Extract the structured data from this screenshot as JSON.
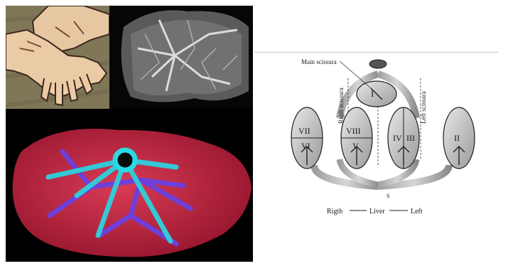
{
  "diagram": {
    "labels": {
      "main_scissura": "Main scissura",
      "right_scissura": "Rigth scissura",
      "left_scissura": "Left scissura"
    },
    "segments": {
      "s1": "I",
      "s7": "VII",
      "s6": "VI",
      "s8": "VIII",
      "s5": "V",
      "s4": "IV",
      "s3": "III",
      "s2": "II"
    },
    "vessel_mark": "S",
    "axis": {
      "right": "Rigth",
      "center": "Liver",
      "left": "Left"
    }
  },
  "colors": {
    "liver": "#b8243a",
    "portal_vein": "#6f3fd8",
    "hepatic_vein": "#34c9d6",
    "hand_bg": "#7d7458",
    "hand_skin": "#e7c9a6"
  }
}
